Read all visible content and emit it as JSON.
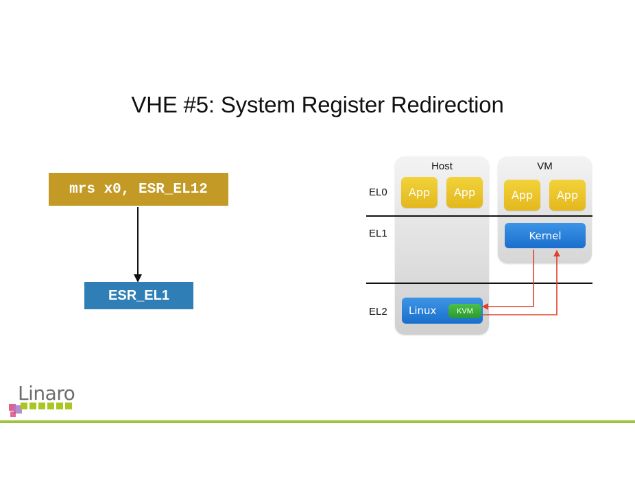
{
  "slide": {
    "title": "VHE #5: System Register Redirection"
  },
  "left": {
    "instruction": "mrs x0, ESR_EL12",
    "target_register": "ESR_EL1",
    "colors": {
      "instruction_bg": "#c39a25",
      "register_bg": "#2f7fb6"
    }
  },
  "diagram": {
    "exception_levels": [
      "EL0",
      "EL1",
      "EL2"
    ],
    "host": {
      "label": "Host",
      "apps": [
        "App",
        "App"
      ],
      "el2_component": "Linux",
      "hypervisor": "KVM"
    },
    "vm": {
      "label": "VM",
      "apps": [
        "App",
        "App"
      ],
      "el1_component": "Kernel"
    },
    "colors": {
      "app": "#e8c020",
      "kernel": "#2a7fd8",
      "kvm": "#3aaa3a",
      "trap_arrow": "#e0402a"
    }
  },
  "logo": {
    "text": "Linaro",
    "accent": "#9bc53d"
  }
}
